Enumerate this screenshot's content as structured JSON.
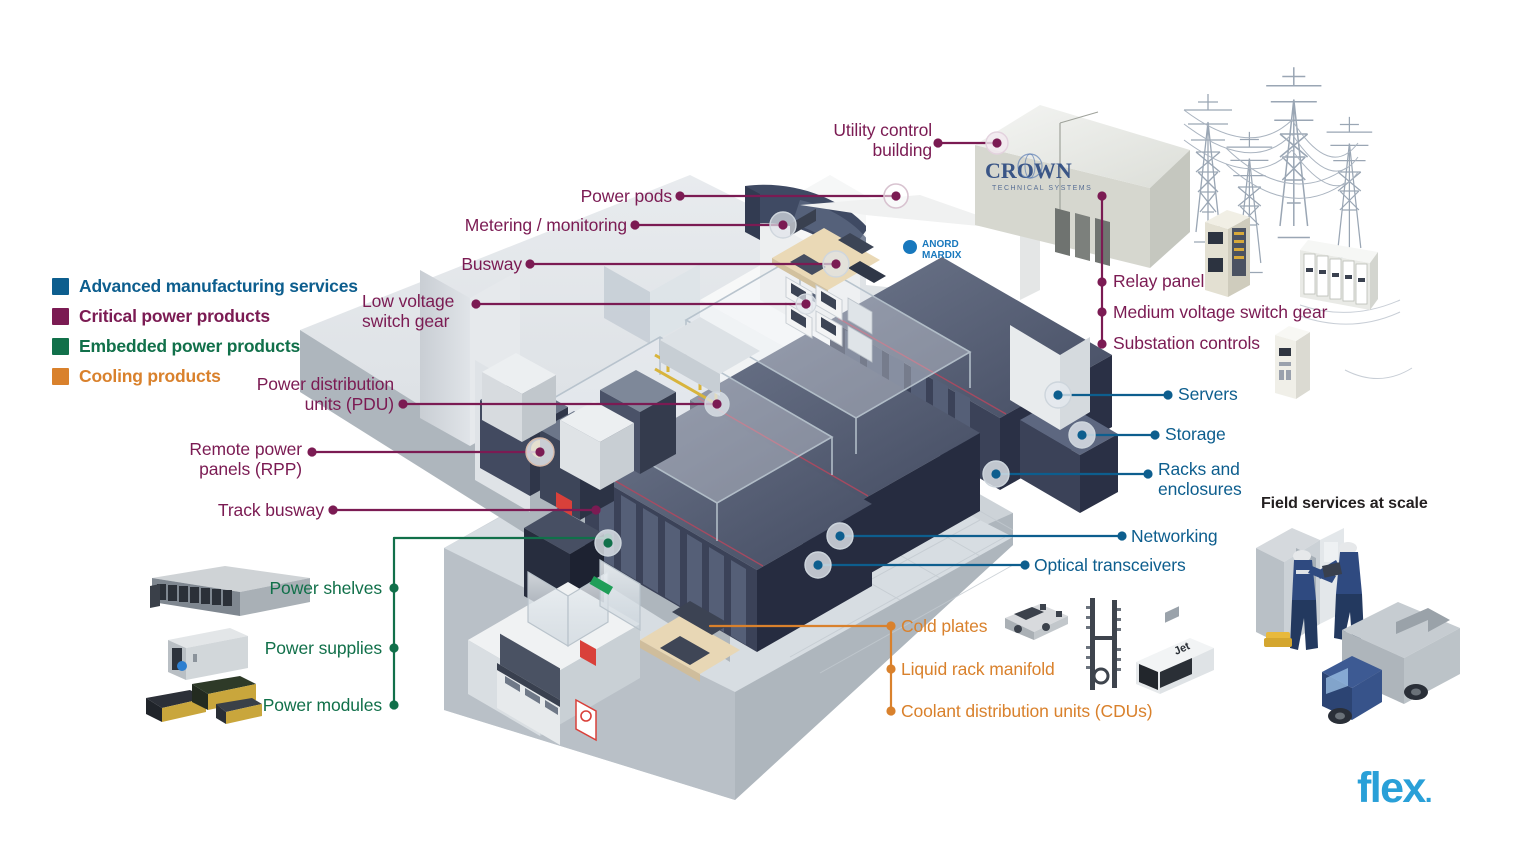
{
  "legend": {
    "items": [
      {
        "label": "Advanced manufacturing services",
        "color": "#0d5e8e",
        "swatch": "legend-swatch-advanced-manufacturing"
      },
      {
        "label": "Critical power products",
        "color": "#7b1b53",
        "swatch": "legend-swatch-critical-power"
      },
      {
        "label": "Embedded power products",
        "color": "#11704a",
        "swatch": "legend-swatch-embedded-power"
      },
      {
        "label": "Cooling products",
        "color": "#d9812c",
        "swatch": "legend-swatch-cooling"
      }
    ]
  },
  "colors": {
    "critical_power": "#7b1b53",
    "advanced_manufacturing": "#0d5e8e",
    "embedded_power": "#11704a",
    "cooling": "#d9812c",
    "flex_blue": "#29A0D8",
    "text_dark": "#231f20"
  },
  "callouts": {
    "critical_power": [
      {
        "name": "utility-control-building",
        "text": "Utility control\nbuilding"
      },
      {
        "name": "power-pods",
        "text": "Power pods"
      },
      {
        "name": "metering-monitoring",
        "text": "Metering / monitoring"
      },
      {
        "name": "busway",
        "text": "Busway"
      },
      {
        "name": "low-voltage-switch-gear",
        "text": "Low voltage\nswitch gear"
      },
      {
        "name": "power-distribution-units",
        "text": "Power distribution\nunits (PDU)"
      },
      {
        "name": "remote-power-panels",
        "text": "Remote power\npanels (RPP)"
      },
      {
        "name": "track-busway",
        "text": "Track busway"
      },
      {
        "name": "relay-panel",
        "text": "Relay panel"
      },
      {
        "name": "medium-voltage-switch-gear",
        "text": "Medium voltage switch gear"
      },
      {
        "name": "substation-controls",
        "text": "Substation controls"
      }
    ],
    "advanced_manufacturing": [
      {
        "name": "servers",
        "text": "Servers"
      },
      {
        "name": "storage",
        "text": "Storage"
      },
      {
        "name": "racks-and-enclosures",
        "text": "Racks and\nenclosures"
      },
      {
        "name": "networking",
        "text": "Networking"
      },
      {
        "name": "optical-transceivers",
        "text": "Optical transceivers"
      }
    ],
    "embedded_power": [
      {
        "name": "power-shelves",
        "text": "Power shelves"
      },
      {
        "name": "power-supplies",
        "text": "Power supplies"
      },
      {
        "name": "power-modules",
        "text": "Power modules"
      }
    ],
    "cooling": [
      {
        "name": "cold-plates",
        "text": "Cold plates"
      },
      {
        "name": "liquid-rack-manifold",
        "text": "Liquid rack manifold"
      },
      {
        "name": "coolant-distribution-units",
        "text": "Coolant distribution units (CDUs)"
      }
    ]
  },
  "field_services": {
    "heading": "Field services at scale"
  },
  "brand": {
    "name": "flex",
    "dot": "."
  },
  "illustration": {
    "building_logos": [
      {
        "name": "anord-mardix-logo",
        "line1": "ANORD",
        "line2": "MARDIX"
      },
      {
        "name": "crown-technical-systems-logo",
        "line1": "CROWN",
        "line2": "TECHNICAL SYSTEMS"
      }
    ]
  }
}
